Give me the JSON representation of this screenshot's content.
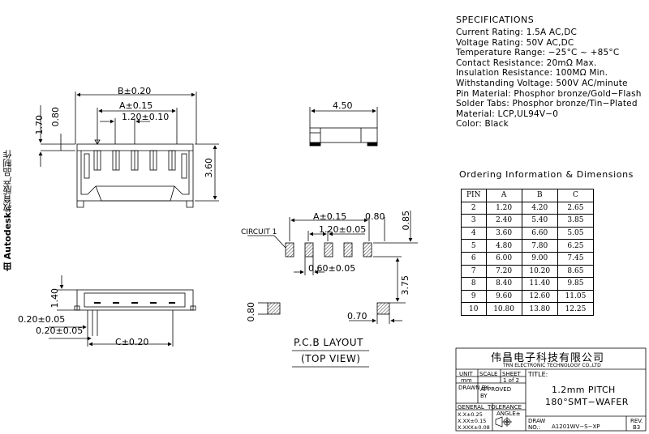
{
  "side_note": {
    "brand": "由 Autodesk",
    "text": "教育版产品制作"
  },
  "specifications": {
    "title": "SPECIFICATIONS",
    "lines": [
      "Current Rating: 1.5A AC,DC",
      "Voltage Rating: 50V AC,DC",
      "Temperature Range: −25°C ~ +85°C",
      "Contact Resistance: 20mΩ Max.",
      "Insulation Resistance: 100MΩ Min.",
      "Withstanding Voltage: 500V AC/minute",
      "Pin Material: Phosphor bronze/Gold−Flash",
      "Solder Tabs: Phosphor bronze/Tin−Plated",
      "Material: LCP,UL94V−0",
      "Color: Black"
    ]
  },
  "ordering": {
    "title": "Ordering Information & Dimensions",
    "headers": [
      "PIN",
      "A",
      "B",
      "C"
    ],
    "rows": [
      [
        "2",
        "1.20",
        "4.20",
        "2.65"
      ],
      [
        "3",
        "2.40",
        "5.40",
        "3.85"
      ],
      [
        "4",
        "3.60",
        "6.60",
        "5.05"
      ],
      [
        "5",
        "4.80",
        "7.80",
        "6.25"
      ],
      [
        "6",
        "6.00",
        "9.00",
        "7.45"
      ],
      [
        "7",
        "7.20",
        "10.20",
        "8.65"
      ],
      [
        "8",
        "8.40",
        "11.40",
        "9.85"
      ],
      [
        "9",
        "9.60",
        "12.60",
        "11.05"
      ],
      [
        "10",
        "10.80",
        "13.80",
        "12.25"
      ]
    ]
  },
  "front_view": {
    "dim_b": "B±0.20",
    "dim_a": "A±0.15",
    "dim_pitch": "1.20±0.10",
    "dim_height": "3.60",
    "dim_170": "1.70",
    "dim_080": "0.80"
  },
  "side_view": {
    "dim_width": "4.50"
  },
  "bottom_view": {
    "dim_140": "1.40",
    "dim_020a": "0.20±0.05",
    "dim_020b": "0.20±0.05",
    "dim_c": "C±0.20"
  },
  "pcb": {
    "circuit": "CIRCUIT 1",
    "dim_a": "A±0.15",
    "dim_080": "0.80",
    "dim_085": "0.85",
    "dim_pitch": "1.20±0.05",
    "dim_060": "0.60±0.05",
    "dim_375": "3.75",
    "dim_080b": "0.80",
    "dim_070": "0.70",
    "label": "P.C.B LAYOUT",
    "sublabel": "(TOP VIEW)"
  },
  "title_block": {
    "company_cn": "伟昌电子科技有限公司",
    "company_en": "TRN ELECTRONIC TECHNOLOGY CO.,LTD",
    "unit_label": "UNIT",
    "unit": "mm",
    "scale_label": "SCALE",
    "sheet_label": "SHEET",
    "sheet": "1 of 2",
    "title_label": "TITLE:",
    "title_1": "1.2mm PITCH",
    "title_2": "180°SMT−WAFER",
    "drawn_by": "DRAWN BY",
    "approved_by": "APPROVED BY",
    "general": "GENERAL",
    "tolerance": "TOLERANCE",
    "angle": "ANGLE±",
    "tol_1": "X.X±0.25",
    "tol_2": "X.XX±0.15",
    "tol_3": "X.XXX±0.08",
    "draw_no_label": "DRAW NO.:",
    "draw_no": "A1201WV−S−XP",
    "rev_label": "REV.",
    "rev": "B3"
  },
  "colors": {
    "line": "#000000",
    "background": "#ffffff"
  }
}
